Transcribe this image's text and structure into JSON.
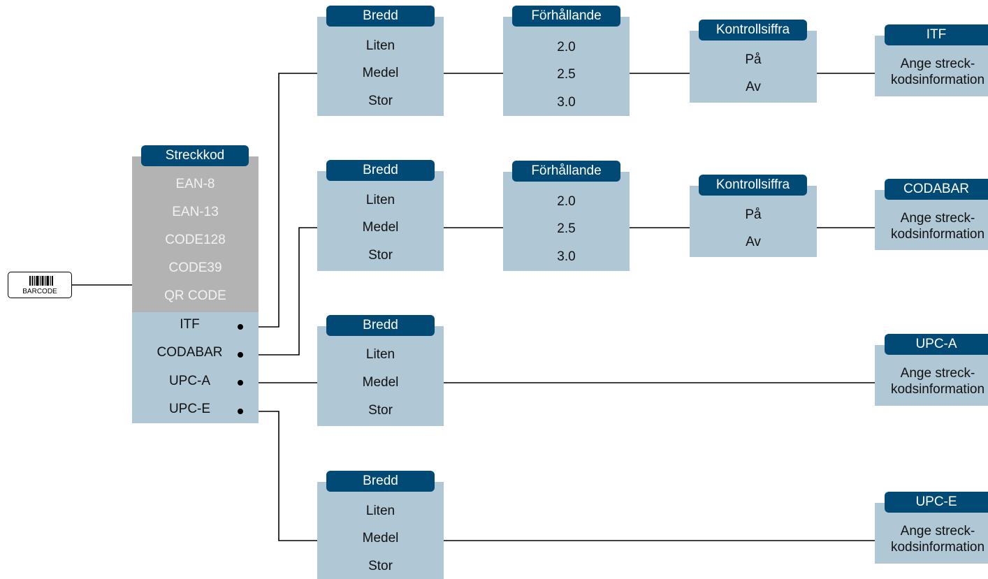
{
  "barcode_button": {
    "label": "BARCODE"
  },
  "streckkod": {
    "title": "Streckkod",
    "gray_items": [
      "EAN-8",
      "EAN-13",
      "CODE128",
      "CODE39",
      "QR CODE"
    ],
    "blue_items": [
      "ITF",
      "CODABAR",
      "UPC-A",
      "UPC-E"
    ]
  },
  "branches": [
    {
      "bredd": {
        "title": "Bredd",
        "options": [
          "Liten",
          "Medel",
          "Stor"
        ]
      },
      "forhallande": {
        "title": "Förhållande",
        "options": [
          "2.0",
          "2.5",
          "3.0"
        ]
      },
      "kontrollsiffra": {
        "title": "Kontrollsiffra",
        "options": [
          "På",
          "Av"
        ]
      },
      "result": {
        "title": "ITF",
        "line1": "Ange streck-",
        "line2": "kodsinformation"
      }
    },
    {
      "bredd": {
        "title": "Bredd",
        "options": [
          "Liten",
          "Medel",
          "Stor"
        ]
      },
      "forhallande": {
        "title": "Förhållande",
        "options": [
          "2.0",
          "2.5",
          "3.0"
        ]
      },
      "kontrollsiffra": {
        "title": "Kontrollsiffra",
        "options": [
          "På",
          "Av"
        ]
      },
      "result": {
        "title": "CODABAR",
        "line1": "Ange streck-",
        "line2": "kodsinformation"
      }
    },
    {
      "bredd": {
        "title": "Bredd",
        "options": [
          "Liten",
          "Medel",
          "Stor"
        ]
      },
      "result": {
        "title": "UPC-A",
        "line1": "Ange streck-",
        "line2": "kodsinformation"
      }
    },
    {
      "bredd": {
        "title": "Bredd",
        "options": [
          "Liten",
          "Medel",
          "Stor"
        ]
      },
      "result": {
        "title": "UPC-E",
        "line1": "Ange streck-",
        "line2": "kodsinformation"
      }
    }
  ],
  "colors": {
    "header": "#004a75",
    "box": "#b0c7d6",
    "gray_box": "#b3b3b3"
  }
}
